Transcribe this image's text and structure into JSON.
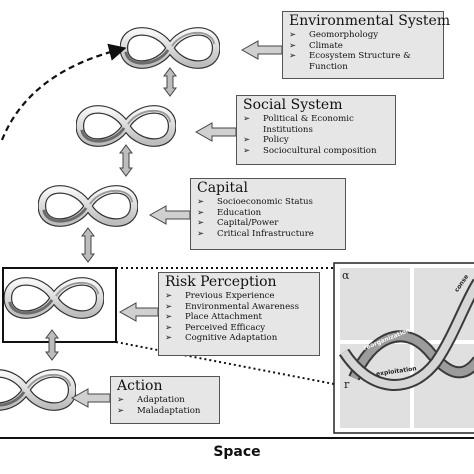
{
  "boxes": [
    {
      "title": "Environmental System",
      "items": [
        "Geomorphology",
        "Climate",
        "Ecosystem Structure &",
        "Function"
      ]
    },
    {
      "title": "Social System",
      "items": [
        "Political & Economic",
        "Institutions",
        "Policy",
        "Sociocultural composition"
      ]
    },
    {
      "title": "Capital",
      "items": [
        "Socioeconomic Status",
        "Education",
        "Capital/Power",
        "Critical Infrastructure"
      ]
    },
    {
      "title": "Risk Perception",
      "items": [
        "Previous Experience",
        "Environmental Awareness",
        "Place Attachment",
        "Perceived Efficacy",
        "Cognitive Adaptation"
      ]
    },
    {
      "title": "Action",
      "items": [
        "Adaptation",
        "Maladaptation"
      ]
    }
  ],
  "inset": {
    "alpha": "α",
    "r": "r",
    "labels": [
      "reorganization",
      "exploitation",
      "conse"
    ]
  },
  "axis_label": "Space",
  "colors": {
    "box_fill": "#e6e6e6",
    "box_border": "#555555",
    "ribbon_light": "#f2f2f2",
    "ribbon_dark": "#5a5a5a",
    "inset_grid": "#d9d9d9"
  }
}
